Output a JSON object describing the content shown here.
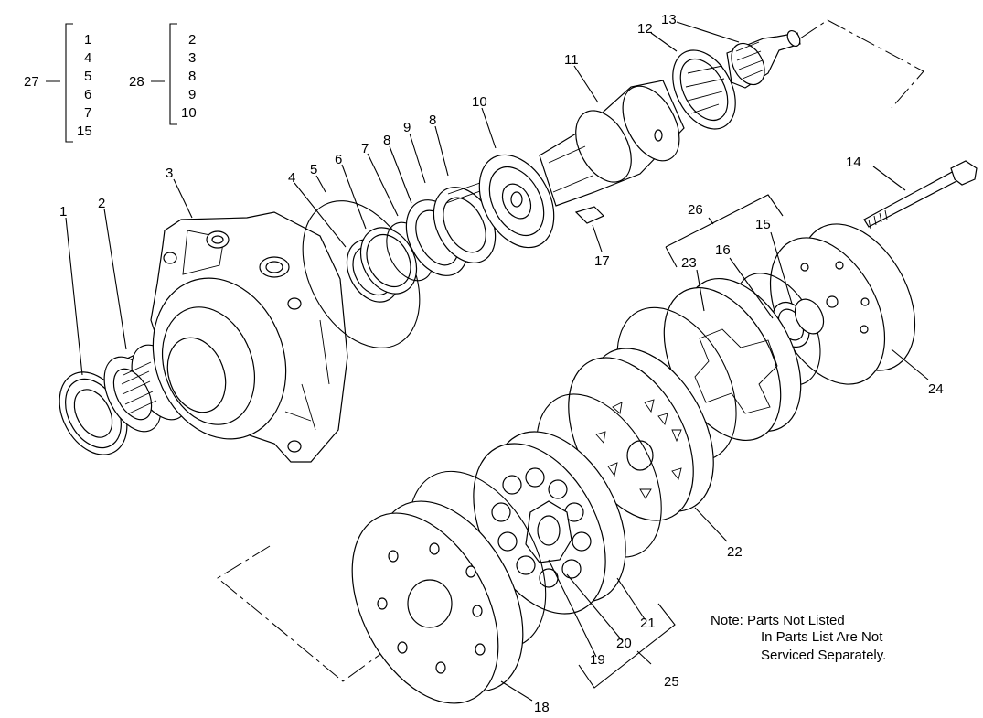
{
  "callouts": {
    "c1": "1",
    "c2": "2",
    "c3": "3",
    "c4": "4",
    "c5": "5",
    "c6": "6",
    "c7": "7",
    "c8a": "8",
    "c8b": "8",
    "c9": "9",
    "c10": "10",
    "c11": "11",
    "c12": "12",
    "c13": "13",
    "c14": "14",
    "c15": "15",
    "c16": "16",
    "c17": "17",
    "c18": "18",
    "c19": "19",
    "c20": "20",
    "c21": "21",
    "c22": "22",
    "c23": "23",
    "c24": "24",
    "c25": "25",
    "c26": "26"
  },
  "kits": [
    {
      "label": "27",
      "items": [
        "1",
        "4",
        "5",
        "6",
        "7",
        "15"
      ]
    },
    {
      "label": "28",
      "items": [
        "2",
        "3",
        "8",
        "9",
        "10"
      ]
    }
  ],
  "note": {
    "line1": "Note:  Parts Not Listed",
    "line2": "In Parts List Are Not",
    "line3": "Serviced Separately."
  }
}
